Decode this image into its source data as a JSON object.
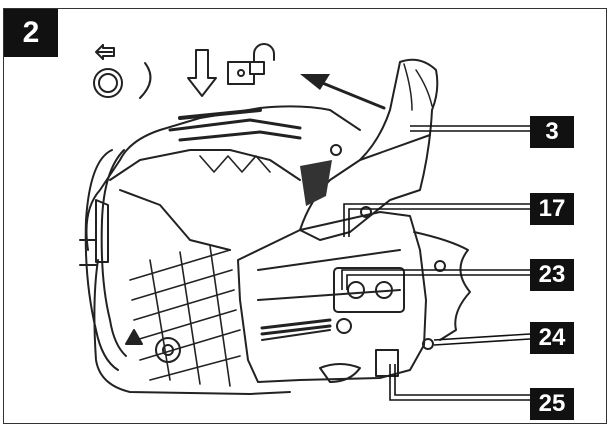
{
  "figure": {
    "number": "2",
    "symbols": [
      "arrow-left-icon",
      "rotate-icon",
      "arrow-down-icon",
      "unlock-icon",
      "direction-arrow-icon"
    ],
    "callouts": [
      {
        "label": "3"
      },
      {
        "label": "17"
      },
      {
        "label": "23"
      },
      {
        "label": "24"
      },
      {
        "label": "25"
      }
    ]
  }
}
